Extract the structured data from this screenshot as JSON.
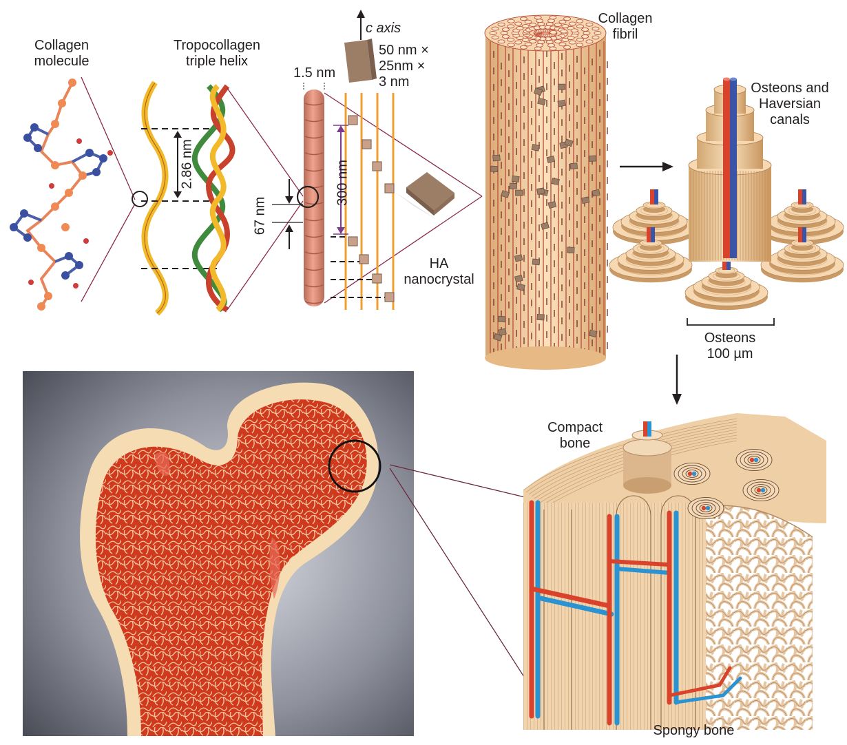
{
  "labels": {
    "collagen_molecule": [
      "Collagen",
      "molecule"
    ],
    "tropocollagen": [
      "Tropocollagen",
      "triple helix"
    ],
    "c_axis": "c axis",
    "crystal_size": [
      "50 nm ×",
      "25nm ×",
      "3 nm"
    ],
    "diameter": "1.5 nm",
    "helix_pitch": "2.86 nm",
    "gap_period": "67 nm",
    "spacing": "300 nm",
    "ha_nanocrystal": [
      "HA",
      "nanocrystal"
    ],
    "collagen_fibril": [
      "Collagen",
      "fibril"
    ],
    "osteons_haversian": [
      "Osteons and",
      "Haversian",
      "canals"
    ],
    "osteon_scale": [
      "Osteons",
      "100 µm"
    ],
    "compact_bone": [
      "Compact",
      "bone"
    ],
    "spongy_bone": "Spongy bone"
  },
  "colors": {
    "connector_lines": "#8a2b4a",
    "yellow_strand": "#f2b92a",
    "red_strand": "#c8412c",
    "green_strand": "#3f8a3c",
    "fibril_rod": "#e0907a",
    "ha_crystal": "#b08c74",
    "bone_tan": "#efcfa6",
    "artery": "#d9432c",
    "vein": "#2b93d1",
    "purple_arrow": "#7b3a8e",
    "marrow_red": "#d8421f",
    "background_dark": "#505560"
  }
}
